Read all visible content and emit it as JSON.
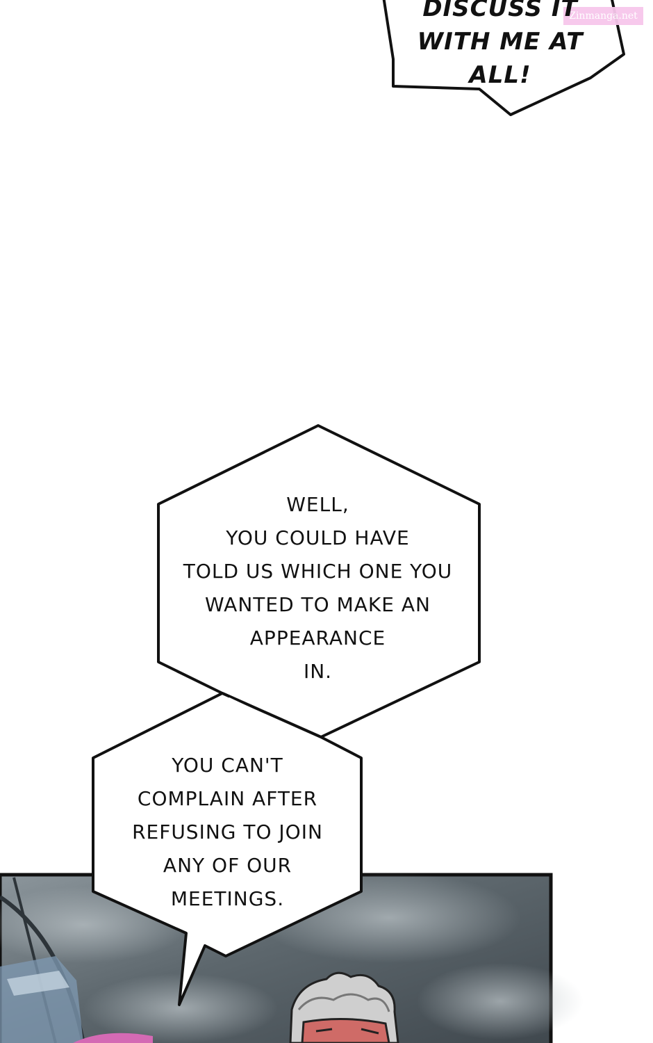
{
  "watermark": "Zinmanga.net",
  "bubbles": {
    "top": "DISCUSS IT\nWITH ME AT\nALL!",
    "middle": "WELL,\nYOU COULD HAVE\nTOLD US WHICH ONE YOU\nWANTED TO MAKE AN\nAPPEARANCE\nIN.",
    "lower": "YOU CAN'T\nCOMPLAIN AFTER\nREFUSING TO JOIN\nANY OF OUR\nMEETINGS."
  },
  "colors": {
    "page_background": "#ffffff",
    "ink": "#111111",
    "panel_sky": "#6f7a80",
    "watermark_background": "#f7c7ec"
  }
}
